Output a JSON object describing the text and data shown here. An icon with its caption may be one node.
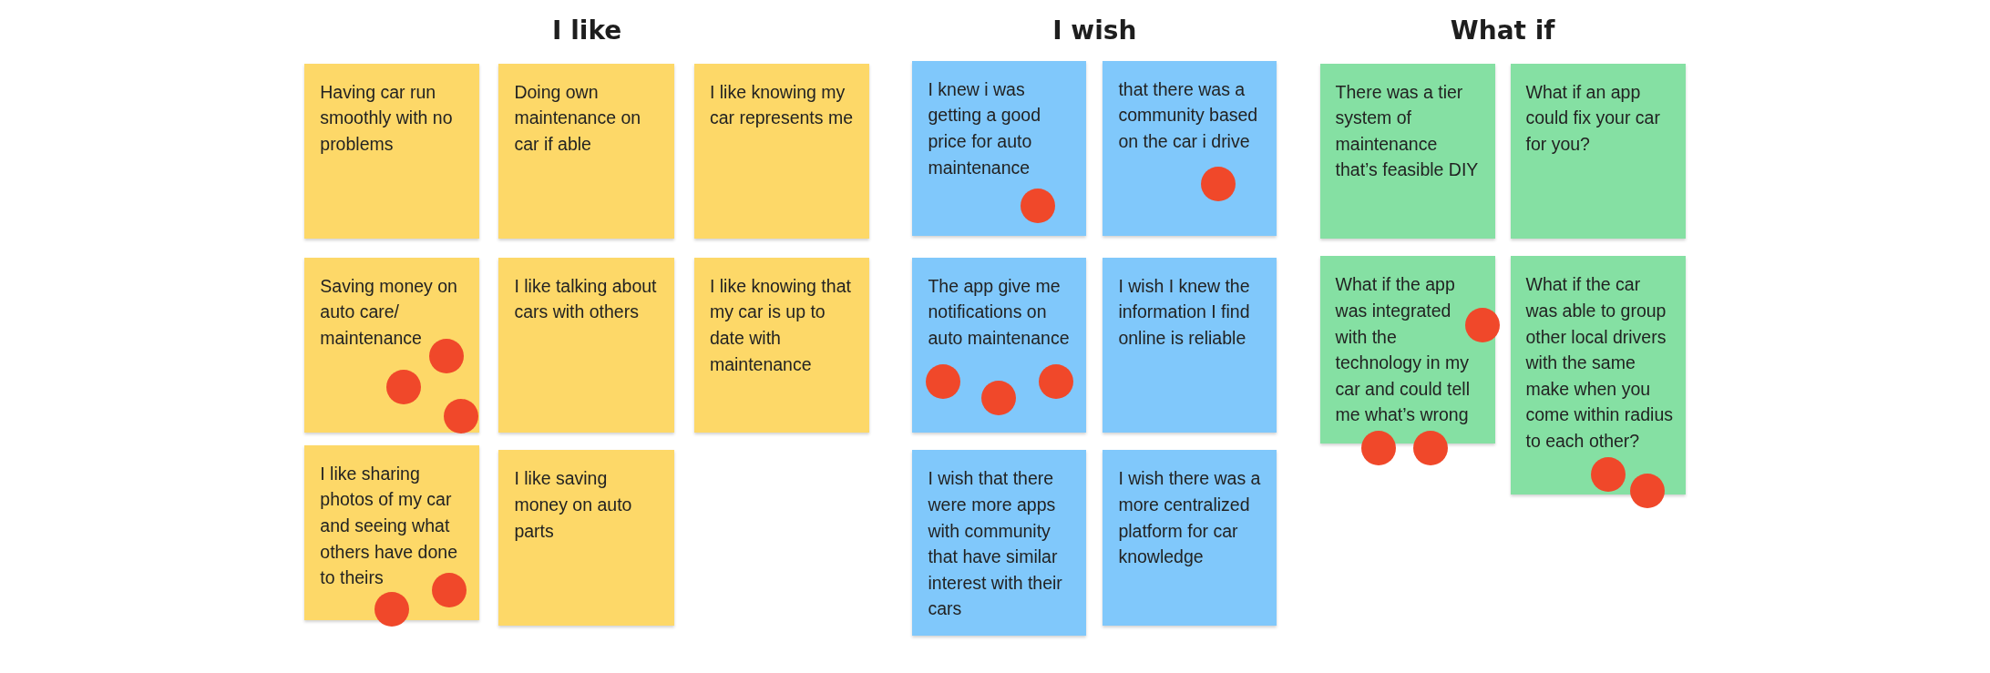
{
  "diagram": {
    "nodes": [
      {
        "text": [
          "Having car run smoothly with no problems"
        ]
      },
      {
        "text": [
          "Doing own maintenance on car if able"
        ]
      },
      {
        "text": [
          "I like knowing my car represents me"
        ]
      },
      {
        "text": [
          "Saving money on auto care/ maintenance"
        ]
      },
      {
        "text": [
          "I like talking about cars with others"
        ]
      },
      {
        "text": [
          "I like knowing that my car is up to date with maintenance"
        ]
      },
      {
        "text": [
          "I like sharing photos of my car and seeing what others have done to theirs"
        ]
      },
      {
        "text": [
          "I like saving money on auto parts"
        ]
      },
      {
        "text": [
          "I knew i was getting a good price for auto maintenance"
        ]
      },
      {
        "text": [
          "that there was a community based on the car i drive"
        ]
      },
      {
        "text": [
          "The app give me notifications on auto maintenance"
        ]
      },
      {
        "text": [
          "I wish I knew the information I find online is reliable"
        ]
      },
      {
        "text": [
          "I wish that there were more apps with community that have similar interest with their cars"
        ]
      },
      {
        "text": [
          "I wish there was a more centralized platform for car knowledge"
        ]
      },
      {
        "text": [
          "There was a tier system of maintenance that’s feasible DIY"
        ]
      },
      {
        "text": [
          "What if an app could fix your car for you?"
        ]
      },
      {
        "text": [
          "What if the app was integrated with the technology in my car and could tell me what’s wrong"
        ]
      },
      {
        "text": [
          "What if the car was able to group other local drivers with the same make when you come within radius to each other?"
        ]
      },
      {
        "text": [],
        "shape": "circle",
        "in": 3
      },
      {
        "text": [],
        "shape": "circle",
        "in": 3
      },
      {
        "text": [],
        "shape": "circle",
        "in": 3
      },
      {
        "text": [],
        "shape": "circle",
        "in": 6
      },
      {
        "text": [],
        "shape": "circle"
      },
      {
        "text": [],
        "shape": "circle",
        "in": 8
      },
      {
        "text": [],
        "shape": "circle",
        "in": 9
      },
      {
        "text": [],
        "shape": "circle",
        "in": 10
      },
      {
        "text": [],
        "shape": "circle",
        "in": 10
      },
      {
        "text": [],
        "shape": "circle",
        "in": 10
      },
      {
        "text": [],
        "shape": "circle"
      },
      {
        "text": [],
        "shape": "circle"
      },
      {
        "text": [],
        "shape": "circle"
      },
      {
        "text": [],
        "shape": "circle",
        "in": 17
      },
      {
        "text": [],
        "shape": "circle"
      }
    ],
    "labels": [
      "I like",
      "I wish",
      "What if"
    ]
  }
}
